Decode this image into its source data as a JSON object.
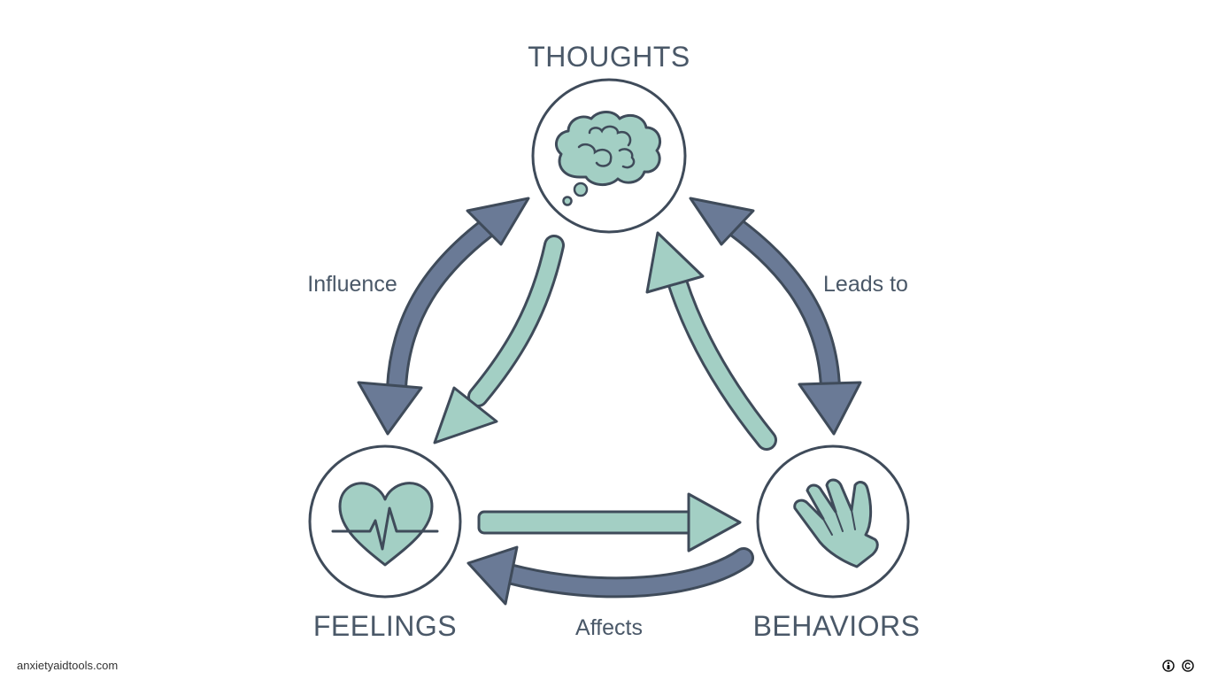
{
  "nodes": {
    "thoughts": {
      "label": "THOUGHTS",
      "icon": "brain-thought-bubble-icon"
    },
    "feelings": {
      "label": "FEELINGS",
      "icon": "heartbeat-heart-icon"
    },
    "behaviors": {
      "label": "BEHAVIORS",
      "icon": "hand-icon"
    }
  },
  "edges": {
    "influence": "Influence",
    "leads_to": "Leads to",
    "affects": "Affects"
  },
  "footer": {
    "source": "anxietyaidtools.com",
    "license_icons": [
      "attribution-icon",
      "copyright-icon"
    ]
  },
  "colors": {
    "outline": "#3f4b5a",
    "navy_arrow": "#6a7a96",
    "teal_fill": "#a3cfc4",
    "text": "#4a5868"
  }
}
